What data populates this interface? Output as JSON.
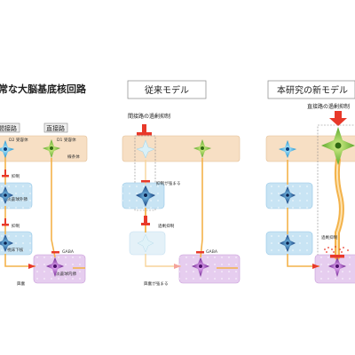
{
  "panels": [
    {
      "title": "常な大脳基底核回路",
      "tags": {
        "indirect": "間接路",
        "direct": "直接路"
      },
      "labels": {
        "d2": "D2 受容体",
        "d1": "D1 受容体",
        "striatum": "線条体",
        "inhibit1": "抑制",
        "gpe": "淡蒼球外節",
        "inhibit2": "抑制",
        "stn": "視床下核",
        "gaba": "GABA",
        "gpi": "淡蒼球内節",
        "excite": "興奮"
      }
    },
    {
      "title": "従来モデル",
      "labels": {
        "indirect_over": "間接路の過剰抑制",
        "inhibit_strong": "抑制が強まる",
        "over_inhibit": "過剰抑制",
        "gaba": "GABA",
        "excite_strong": "興奮が強まる"
      }
    },
    {
      "title": "本研究の新モデル",
      "labels": {
        "direct_over": "直接路の過剰抑制",
        "over_inhibit": "過剰抑制"
      }
    }
  ],
  "colors": {
    "striatum_fill": "#f7dfc4",
    "blue_box": "#c8e4f4",
    "purple_box": "#e6cdef",
    "arrow_red": "#e8392a",
    "axon_orange": "#f3b24a",
    "green_neuron": "#7cc043",
    "cyan_neuron": "#29a7df",
    "navy_neuron": "#15356f",
    "purple_neuron": "#7b2f9b"
  }
}
